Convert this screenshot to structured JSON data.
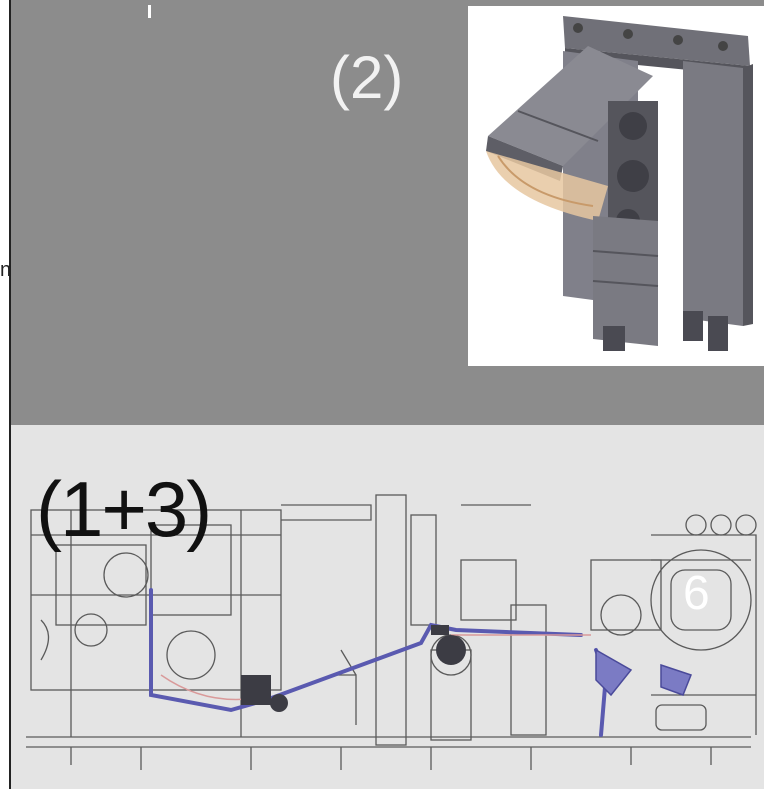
{
  "labels": {
    "top": "(2)",
    "bottom": "(1+3)",
    "circle": "6",
    "edge_fragment": "n"
  },
  "colors": {
    "top_background": "#8c8c8c",
    "bottom_background": "#e4e4e4",
    "machine_gray": "#6f6f75",
    "path_blue": "#5a5ab0",
    "drawing_line": "#555555"
  },
  "icons": {
    "inset": "hopper-machine-3d-icon",
    "schematic": "machine-line-schematic"
  }
}
